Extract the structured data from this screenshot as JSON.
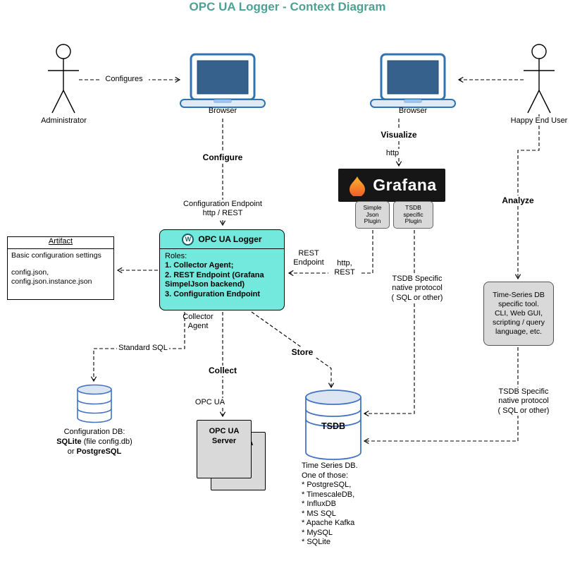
{
  "title": "OPC UA Logger - Context Diagram",
  "actors": {
    "administrator": "Administrator",
    "happy_end_user": "Happy End User"
  },
  "nodes": {
    "browser_left": "Browser",
    "browser_right": "Browser",
    "grafana": {
      "name": "Grafana",
      "plugins": [
        "Simple\nJson\nPlugin",
        "TSDB\nspecific\nPlugin"
      ]
    },
    "logger": {
      "title": "OPC UA Logger",
      "logo_letter": "W",
      "roles_heading": "Roles:",
      "role1": "1. Collector Agent;",
      "role2": "2. REST Endpoint (Grafana\nSimpelJson backend)",
      "role3": "3. Configuration Endpoint"
    },
    "artifact": {
      "title": "Artifact",
      "line1": "Basic configuration settings",
      "line2": "config.json,",
      "line3": "config.json.instance.json"
    },
    "tsdb_tool": "Time-Series DB\nspecific tool.\nCLI, Web GUI,\nscripting / query\nlanguage, etc.",
    "config_db": {
      "line1": "Configuration DB:",
      "line2_bold": "SQLite",
      "line2_rest": " (file config.db)",
      "line3_prefix": "or ",
      "line3_bold": "PostgreSQL"
    },
    "opcua_server": "OPC UA\nServer",
    "tsdb": {
      "label": "TSDB",
      "description": "Time Series DB.\nOne of those:\n* PostgreSQL,\n* TimescaleDB,\n* InfluxDB\n* MS SQL\n* Apache Kafka\n* MySQL\n* SQLite"
    }
  },
  "edges": {
    "configures": "Configures",
    "configure": "Configure",
    "configuration_endpoint": "Configuration Endpoint\nhttp / REST",
    "visualize": "Visualize",
    "http": "http",
    "analyze": "Analyze",
    "rest_endpoint": "REST\nEndpoint",
    "http_rest": "http,\nREST",
    "tsdb_protocol_top": "TSDB Specific\nnative protocol\n( SQL or other)",
    "collector_agent": "Collector\nAgent",
    "standard_sql": "Standard SQL",
    "collect": "Collect",
    "opc_ua": "OPC UA",
    "store": "Store",
    "tsdb_protocol_right": "TSDB Specific\nnative protocol\n( SQL or other)"
  },
  "colors": {
    "title_teal": "#4BA294",
    "logger_fill": "#73E8DC",
    "grafana_bg": "#161616",
    "grafana_orange": "#F05A28",
    "node_gray": "#D9D9D9",
    "db_stroke": "#4472C4",
    "laptop_blue": "#2E74B5"
  }
}
